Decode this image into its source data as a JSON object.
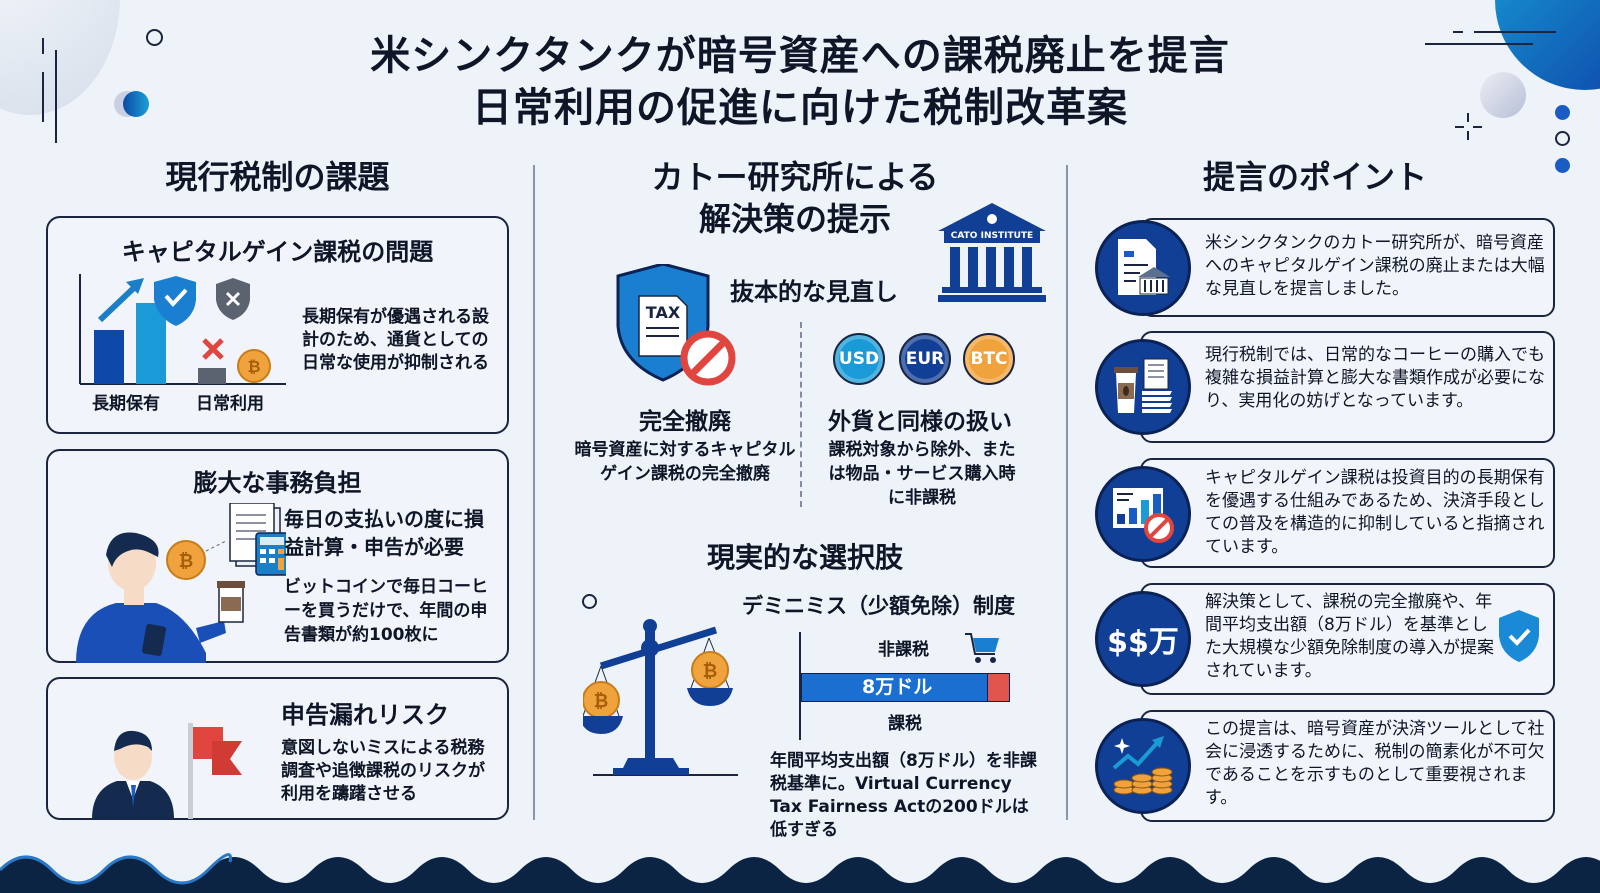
{
  "header": {
    "title_line1": "米シンクタンクが暗号資産への課税廃止を提言",
    "title_line2": "日常利用の促進に向けた税制改革案"
  },
  "left": {
    "heading": "現行税制の課題",
    "card1": {
      "title": "キャピタルゲイン課税の問題",
      "chart_labels": [
        "長期保有",
        "日常利用"
      ],
      "text": "長期保有が優遇される設計のため、通貨としての日常な使用が抑制される"
    },
    "card2": {
      "title": "膨大な事務負担",
      "text1": "毎日の支払いの度に損益計算・申告が必要",
      "text2": "ビットコインで毎日コーヒーを買うだけで、年間の申告書類が約100枚に"
    },
    "card3": {
      "title": "申告漏れリスク",
      "text": "意図しないミスによる税務調査や追徴課税のリスクが利用を躊躇させる"
    }
  },
  "middle": {
    "heading_line1": "カトー研究所による",
    "heading_line2": "解決策の提示",
    "institute_label": "CATO INSTITUTE",
    "section1": {
      "title": "抜本的な見直し",
      "option1": {
        "icon_label": "TAX",
        "title": "完全撤廃",
        "text": "暗号資産に対するキャピタルゲイン課税の完全撤廃"
      },
      "option2": {
        "coins": [
          "USD",
          "EUR",
          "BTC"
        ],
        "title": "外貨と同様の扱い",
        "text": "課税対象から除外、または物品・サービス購入時に非課税"
      }
    },
    "section2": {
      "title": "現実的な選択肢",
      "subtitle": "デミニミス（少額免除）制度",
      "bar_top_label": "非課税",
      "bar_value_label": "8万ドル",
      "bar_bottom_label": "課税",
      "text": "年間平均支出額（8万ドル）を非課税基準に。Virtual Currency Tax Fairness Actの200ドルは低すぎる"
    }
  },
  "right": {
    "heading": "提言のポイント",
    "points": [
      {
        "icon": "document-bank-icon",
        "text": "米シンクタンクのカトー研究所が、暗号資産へのキャピタルゲイン課税の廃止または大幅な見直しを提言しました。"
      },
      {
        "icon": "coffee-papers-icon",
        "text": "現行税制では、日常的なコーヒーの購入でも複雑な損益計算と膨大な書類作成が必要になり、実用化の妨げとなっています。"
      },
      {
        "icon": "chart-prohibited-icon",
        "text": "キャピタルゲイン課税は投資目的の長期保有を優遇する仕組みであるため、決済手段としての普及を構造的に抑制していると指摘されています。"
      },
      {
        "icon": "dollar-man-icon",
        "icon_text": "$$万",
        "text": "解決策として、課税の完全撤廃や、年間平均支出額（8万ドル）を基準とした大規模な少額免除制度の導入が提案されています。"
      },
      {
        "icon": "growth-coins-icon",
        "text": "この提言は、暗号資産が決済ツールとして社会に浸透するために、税制の簡素化が不可欠であることを示すものとして重要視されます。"
      }
    ]
  },
  "colors": {
    "navy": "#0b2256",
    "blue": "#1a5bc4",
    "cyan": "#1a9ad6",
    "orange": "#f0a23c",
    "red": "#e0463f",
    "footer": "#0b2444"
  }
}
